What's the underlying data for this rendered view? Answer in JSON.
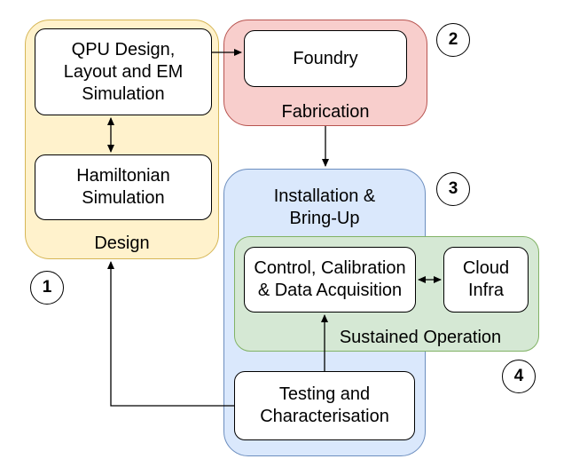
{
  "design": {
    "region_label": "Design",
    "qpu_design": "QPU Design,\nLayout and EM\nSimulation",
    "hamiltonian": "Hamiltonian\nSimulation",
    "step": "1"
  },
  "fabrication": {
    "region_label": "Fabrication",
    "foundry": "Foundry",
    "step": "2"
  },
  "installation": {
    "region_label": "Installation &\nBring-Up",
    "testing": "Testing and\nCharacterisation",
    "step": "3"
  },
  "sustained": {
    "region_label": "Sustained Operation",
    "control": "Control, Calibration\n& Data Acquisition",
    "cloud": "Cloud\nInfra",
    "step": "4"
  },
  "colors": {
    "design_fill": "#fff2cc",
    "fabrication_fill": "#f8cecc",
    "installation_fill": "#dae8fc",
    "sustained_fill": "#d5e8d4"
  }
}
